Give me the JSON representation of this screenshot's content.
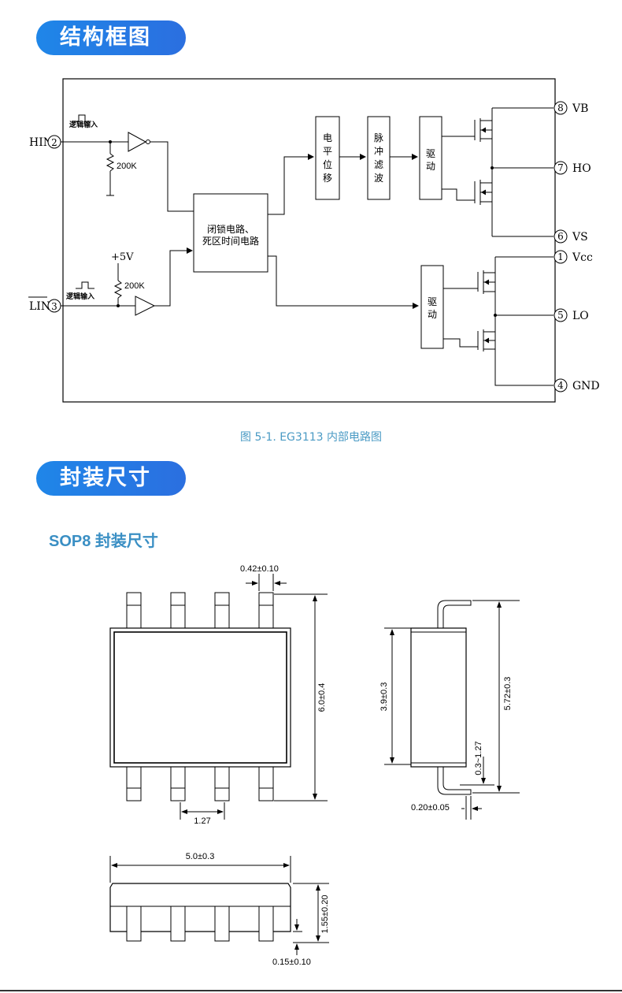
{
  "section_block": {
    "title": "结构框图"
  },
  "section_package": {
    "title": "封装尺寸"
  },
  "figure_caption": "图 5-1. EG3113 内部电路图",
  "package_subtitle": "SOP8 封装尺寸",
  "circuit": {
    "pin_hin_label": "HIN",
    "pin_hin_num": "2",
    "pin_lin_label": "LIN",
    "pin_lin_num": "3",
    "logic_input_label": "逻辑输入",
    "resistor_value": "200K",
    "supply_label": "+5V",
    "interlock_label_line1": "闭锁电路、",
    "interlock_label_line2": "死区时间电路",
    "level_shift_chars": [
      "电",
      "平",
      "位",
      "移"
    ],
    "pulse_filter_chars": [
      "脉",
      "冲",
      "滤",
      "波"
    ],
    "driver_chars": [
      "驱",
      "动"
    ],
    "pins_right": [
      {
        "num": "8",
        "label": "VB"
      },
      {
        "num": "7",
        "label": "HO"
      },
      {
        "num": "6",
        "label": "VS"
      },
      {
        "num": "1",
        "label": "Vcc"
      },
      {
        "num": "5",
        "label": "LO"
      },
      {
        "num": "4",
        "label": "GND"
      }
    ]
  },
  "dimensions": {
    "lead_width": "0.42±0.10",
    "total_width": "6.0±0.4",
    "pitch": "1.27",
    "body_width": "3.9±0.3",
    "height_total": "5.72±0.3",
    "foot_length": "0.3~1.27",
    "lead_thickness": "0.20±0.05",
    "body_length": "5.0±0.3",
    "body_height": "1.55±0.20",
    "standoff": "0.15±0.10"
  }
}
